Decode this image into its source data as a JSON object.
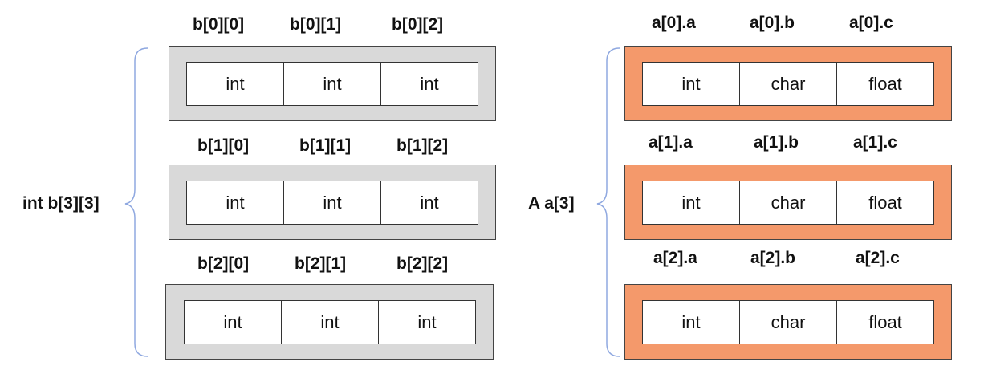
{
  "left": {
    "group_label": "int b[3][3]",
    "rows": [
      {
        "headers": [
          "b[0][0]",
          "b[0][1]",
          "b[0][2]"
        ],
        "cells": [
          "int",
          "int",
          "int"
        ]
      },
      {
        "headers": [
          "b[1][0]",
          "b[1][1]",
          "b[1][2]"
        ],
        "cells": [
          "int",
          "int",
          "int"
        ]
      },
      {
        "headers": [
          "b[2][0]",
          "b[2][1]",
          "b[2][2]"
        ],
        "cells": [
          "int",
          "int",
          "int"
        ]
      }
    ]
  },
  "right": {
    "group_label": "A a[3]",
    "rows": [
      {
        "headers": [
          "a[0].a",
          "a[0].b",
          "a[0].c"
        ],
        "cells": [
          "int",
          "char",
          "float"
        ]
      },
      {
        "headers": [
          "a[1].a",
          "a[1].b",
          "a[1].c"
        ],
        "cells": [
          "int",
          "char",
          "float"
        ]
      },
      {
        "headers": [
          "a[2].a",
          "a[2].b",
          "a[2].c"
        ],
        "cells": [
          "int",
          "char",
          "float"
        ]
      }
    ]
  },
  "colors": {
    "left_outer": "#d9d9d9",
    "right_outer": "#f4996b",
    "brace": "#8fa8e0"
  }
}
